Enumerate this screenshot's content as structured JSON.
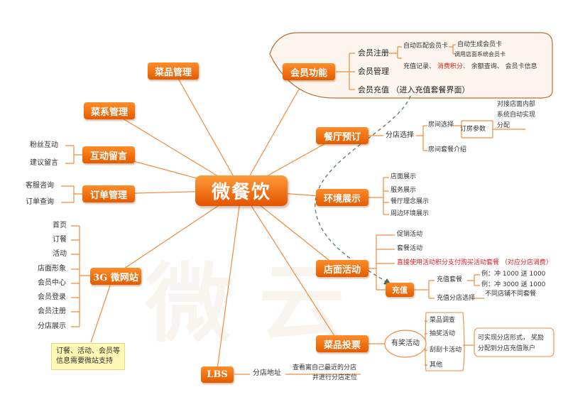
{
  "center_label": "微餐饮",
  "watermark": "微云",
  "nodes": {
    "dish_management": "菜品管理",
    "series_management": "菜系管理",
    "interaction": "互动留言",
    "order_management": "订单管理",
    "website_3g": "3G 微网站",
    "lbs": "LBS",
    "member_function": "会员功能",
    "restaurant_booking": "餐厅预订",
    "environment": "环境展示",
    "store_activity": "店面活动",
    "recharge": "充值",
    "dish_vote": "菜品投票"
  },
  "interaction_items": [
    "粉丝互动",
    "建议留言"
  ],
  "order_items": [
    "客服咨询",
    "订单查询"
  ],
  "website_items": [
    "首页",
    "订餐",
    "活动",
    "店面形象",
    "会员中心",
    "会员登录",
    "会员注册",
    "分店展示"
  ],
  "website_note": [
    "订餐、活动、会员等",
    "信息需要微站支持"
  ],
  "lbs_items": {
    "branch_address": "分店地址",
    "desc_line1": "查看离自己最近的分店",
    "desc_line2": "并进行分店定位"
  },
  "member": {
    "register": "会员注册",
    "register_auto_match": "自动匹配会员卡",
    "register_auto_generate": "自动生成会员卡",
    "register_call_system": "调用店面系统会员卡",
    "manage": "会员管理",
    "manage_recharge_record": "充值记录、",
    "manage_points": "消费积分、",
    "manage_balance": "余额查询、",
    "manage_card_info": "会员卡信息",
    "recharge": "会员充值 （进入充值套餐界面）"
  },
  "booking": {
    "branch_select": "分店选择",
    "room_select": "房间选择",
    "order_params": "订房参数",
    "dock_line1": "对接店面内部",
    "dock_line2": "系统自动实现",
    "dock_line3": "分配",
    "room_package": "房间套餐介绍"
  },
  "environment_items": [
    "店面展示",
    "服务展示",
    "餐厅理念展示",
    "周边环境展示"
  ],
  "activity_items": {
    "promo": "促销活动",
    "package": "套餐活动",
    "points_buy": "直接使用活动积分支付购买活动套餐 （对应分店消费）"
  },
  "recharge_items": {
    "package": "充值套餐",
    "ex1_label": "例：",
    "ex1_value": "冲 1000 送 1000",
    "ex2_label": "例：",
    "ex2_value": "冲 3000 送 1000",
    "branch_select": "充值分店选择",
    "branch_note": "不同店铺不同套餐"
  },
  "vote": {
    "prize_activity": "有奖活动",
    "items": [
      "菜品调查",
      "抽奖活动",
      "刮刮卡活动",
      "其他"
    ],
    "note_line1": "可实现分店形式， 奖励",
    "note_line2": "分配到分店充值账户"
  },
  "colors": {
    "node_orange": "#f07013",
    "line_orange": "#f28a3a",
    "text_red": "#e01c1c",
    "dash_green": "#5a7a5a",
    "panel_border": "#b36a2a",
    "panel_fill": "#fdf6ee",
    "note_yellow": "#fff8b4"
  }
}
